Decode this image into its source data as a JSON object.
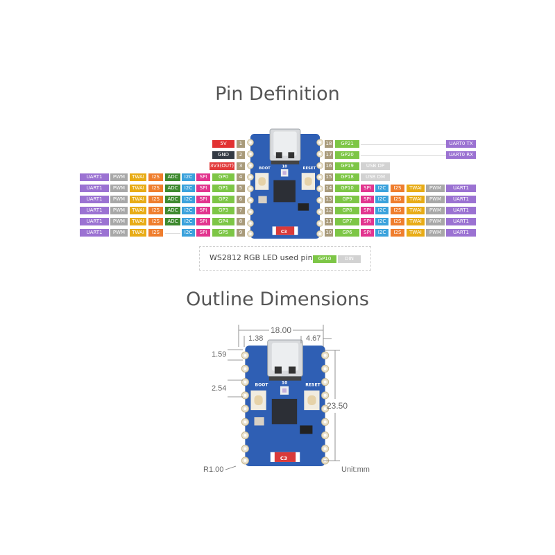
{
  "pin_title": "Pin Definition",
  "outline_title": "Outline Dimensions",
  "colors": {
    "UART": "#9b72d2",
    "PWM": "#a8a8a8",
    "TWAI": "#e8ac16",
    "I2S": "#ef7e2e",
    "ADC": "#3e8a2f",
    "I2C": "#3ba2dc",
    "SPI": "#e2358f",
    "GP": "#7dc646",
    "NUM": "#a99b7b",
    "5V": "#e23232",
    "GND": "#343b45",
    "3V3": "#e23a3a",
    "USB": "#d2d2d2"
  },
  "left_pins": [
    {
      "num": "1",
      "labels": [
        {
          "t": "5V",
          "c": "5V"
        }
      ]
    },
    {
      "num": "2",
      "labels": [
        {
          "t": "GND",
          "c": "GND"
        }
      ]
    },
    {
      "num": "3",
      "labels": [
        {
          "t": "3V3(OUT)",
          "c": "3V3"
        }
      ]
    },
    {
      "num": "4",
      "labels": [
        {
          "t": "GP0",
          "c": "GP"
        },
        {
          "t": "SPI",
          "c": "SPI"
        },
        {
          "t": "I2C",
          "c": "I2C"
        },
        {
          "t": "ADC",
          "c": "ADC"
        },
        {
          "t": "I2S",
          "c": "I2S"
        },
        {
          "t": "TWAI",
          "c": "TWAI"
        },
        {
          "t": "PWM",
          "c": "PWM"
        },
        {
          "t": "UART1",
          "c": "UART"
        }
      ]
    },
    {
      "num": "5",
      "labels": [
        {
          "t": "GP1",
          "c": "GP"
        },
        {
          "t": "SPI",
          "c": "SPI"
        },
        {
          "t": "I2C",
          "c": "I2C"
        },
        {
          "t": "ADC",
          "c": "ADC"
        },
        {
          "t": "I2S",
          "c": "I2S"
        },
        {
          "t": "TWAI",
          "c": "TWAI"
        },
        {
          "t": "PWM",
          "c": "PWM"
        },
        {
          "t": "UART1",
          "c": "UART"
        }
      ]
    },
    {
      "num": "6",
      "labels": [
        {
          "t": "GP2",
          "c": "GP"
        },
        {
          "t": "SPI",
          "c": "SPI"
        },
        {
          "t": "I2C",
          "c": "I2C"
        },
        {
          "t": "ADC",
          "c": "ADC"
        },
        {
          "t": "I2S",
          "c": "I2S"
        },
        {
          "t": "TWAI",
          "c": "TWAI"
        },
        {
          "t": "PWM",
          "c": "PWM"
        },
        {
          "t": "UART1",
          "c": "UART"
        }
      ]
    },
    {
      "num": "7",
      "labels": [
        {
          "t": "GP3",
          "c": "GP"
        },
        {
          "t": "SPI",
          "c": "SPI"
        },
        {
          "t": "I2C",
          "c": "I2C"
        },
        {
          "t": "ADC",
          "c": "ADC"
        },
        {
          "t": "I2S",
          "c": "I2S"
        },
        {
          "t": "TWAI",
          "c": "TWAI"
        },
        {
          "t": "PWM",
          "c": "PWM"
        },
        {
          "t": "UART1",
          "c": "UART"
        }
      ]
    },
    {
      "num": "8",
      "labels": [
        {
          "t": "GP4",
          "c": "GP"
        },
        {
          "t": "SPI",
          "c": "SPI"
        },
        {
          "t": "I2C",
          "c": "I2C"
        },
        {
          "t": "ADC",
          "c": "ADC"
        },
        {
          "t": "I2S",
          "c": "I2S"
        },
        {
          "t": "TWAI",
          "c": "TWAI"
        },
        {
          "t": "PWM",
          "c": "PWM"
        },
        {
          "t": "UART1",
          "c": "UART"
        }
      ]
    },
    {
      "num": "9",
      "labels": [
        {
          "t": "GP5",
          "c": "GP"
        },
        {
          "t": "SPI",
          "c": "SPI"
        },
        {
          "t": "I2C",
          "c": "I2C"
        },
        {
          "t": "",
          "c": ""
        },
        {
          "t": "I2S",
          "c": "I2S"
        },
        {
          "t": "TWAI",
          "c": "TWAI"
        },
        {
          "t": "PWM",
          "c": "PWM"
        },
        {
          "t": "UART1",
          "c": "UART"
        }
      ]
    }
  ],
  "right_pins": [
    {
      "num": "18",
      "labels": [
        {
          "t": "GP21",
          "c": "GP"
        }
      ],
      "far": {
        "t": "UART0 TX",
        "c": "UART"
      }
    },
    {
      "num": "17",
      "labels": [
        {
          "t": "GP20",
          "c": "GP"
        }
      ],
      "far": {
        "t": "UART0 RX",
        "c": "UART"
      }
    },
    {
      "num": "16",
      "labels": [
        {
          "t": "GP19",
          "c": "GP"
        },
        {
          "t": "USB DP",
          "c": "USB"
        }
      ]
    },
    {
      "num": "15",
      "labels": [
        {
          "t": "GP18",
          "c": "GP"
        },
        {
          "t": "USB DM",
          "c": "USB"
        }
      ]
    },
    {
      "num": "14",
      "labels": [
        {
          "t": "GP10",
          "c": "GP"
        },
        {
          "t": "SPI",
          "c": "SPI"
        },
        {
          "t": "I2C",
          "c": "I2C"
        },
        {
          "t": "I2S",
          "c": "I2S"
        },
        {
          "t": "TWAI",
          "c": "TWAI"
        },
        {
          "t": "PWM",
          "c": "PWM"
        },
        {
          "t": "UART1",
          "c": "UART"
        }
      ]
    },
    {
      "num": "13",
      "labels": [
        {
          "t": "GP9",
          "c": "GP"
        },
        {
          "t": "SPI",
          "c": "SPI"
        },
        {
          "t": "I2C",
          "c": "I2C"
        },
        {
          "t": "I2S",
          "c": "I2S"
        },
        {
          "t": "TWAI",
          "c": "TWAI"
        },
        {
          "t": "PWM",
          "c": "PWM"
        },
        {
          "t": "UART1",
          "c": "UART"
        }
      ]
    },
    {
      "num": "12",
      "labels": [
        {
          "t": "GP8",
          "c": "GP"
        },
        {
          "t": "SPI",
          "c": "SPI"
        },
        {
          "t": "I2C",
          "c": "I2C"
        },
        {
          "t": "I2S",
          "c": "I2S"
        },
        {
          "t": "TWAI",
          "c": "TWAI"
        },
        {
          "t": "PWM",
          "c": "PWM"
        },
        {
          "t": "UART1",
          "c": "UART"
        }
      ]
    },
    {
      "num": "11",
      "labels": [
        {
          "t": "GP7",
          "c": "GP"
        },
        {
          "t": "SPI",
          "c": "SPI"
        },
        {
          "t": "I2C",
          "c": "I2C"
        },
        {
          "t": "I2S",
          "c": "I2S"
        },
        {
          "t": "TWAI",
          "c": "TWAI"
        },
        {
          "t": "PWM",
          "c": "PWM"
        },
        {
          "t": "UART1",
          "c": "UART"
        }
      ]
    },
    {
      "num": "10",
      "labels": [
        {
          "t": "GP6",
          "c": "GP"
        },
        {
          "t": "SPI",
          "c": "SPI"
        },
        {
          "t": "I2C",
          "c": "I2C"
        },
        {
          "t": "I2S",
          "c": "I2S"
        },
        {
          "t": "TWAI",
          "c": "TWAI"
        },
        {
          "t": "PWM",
          "c": "PWM"
        },
        {
          "t": "UART1",
          "c": "UART"
        }
      ]
    }
  ],
  "legend": {
    "text": "WS2812 RGB LED used pins",
    "pin": "GP10",
    "function": "DIN"
  },
  "board": {
    "boot": "BOOT",
    "led": "10",
    "reset": "RESET",
    "cap": "C3"
  },
  "dimensions": {
    "width": "18.00",
    "usb_left": "1.38",
    "usb_right": "4.67",
    "top_pad": "1.59",
    "pitch": "2.54",
    "height": "23.50",
    "radius": "R1.00",
    "unit": "Unit:mm"
  }
}
